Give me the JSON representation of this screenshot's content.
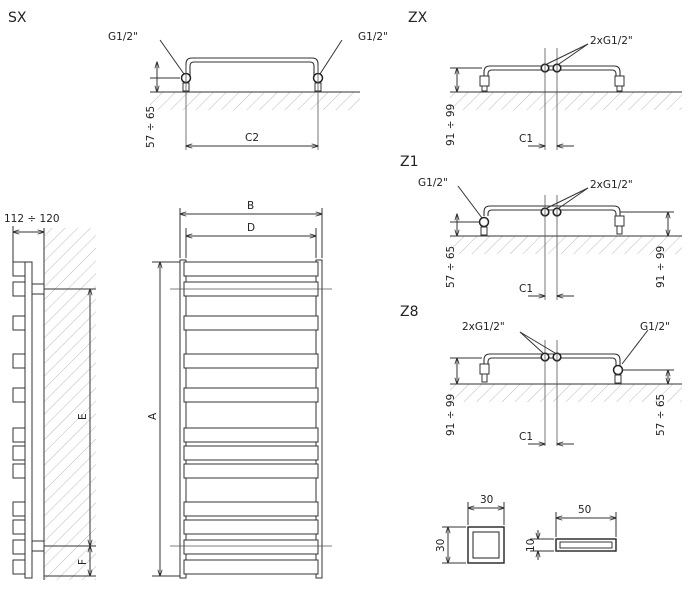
{
  "views": {
    "sx": {
      "title": "SX",
      "conn_left": "G1/2\"",
      "conn_right": "G1/2\"",
      "height": "57 ÷ 65",
      "spacing": "C2"
    },
    "zx": {
      "title": "ZX",
      "conn": "2xG1/2\"",
      "height": "91 ÷ 99",
      "spacing": "C1"
    },
    "z1": {
      "title": "Z1",
      "conn_left": "G1/2\"",
      "conn_right": "2xG1/2\"",
      "height_left": "57 ÷ 65",
      "height_right": "91 ÷ 99",
      "spacing": "C1"
    },
    "z8": {
      "title": "Z8",
      "conn_left": "2xG1/2\"",
      "conn_right": "G1/2\"",
      "height_left": "91 ÷ 99",
      "height_right": "57 ÷ 65",
      "spacing": "C1"
    }
  },
  "side_view": {
    "wall_distance": "112 ÷ 120",
    "dim_e": "E",
    "dim_f": "F"
  },
  "front_view": {
    "dim_a": "A",
    "dim_b": "B",
    "dim_d": "D"
  },
  "profiles": {
    "square_w": "30",
    "square_h": "30",
    "flat_w": "50",
    "flat_h": "10"
  }
}
